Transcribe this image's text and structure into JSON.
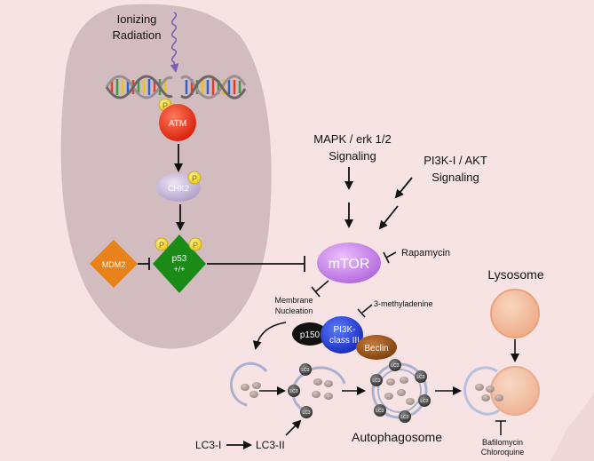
{
  "labels": {
    "ionizing_radiation": [
      "Ionizing",
      "Radiation"
    ],
    "atm": "ATM",
    "chk2": "CHK2",
    "p53": [
      "p53",
      "+/+"
    ],
    "mdm2": "MDM2",
    "phospho": "P",
    "mtor": "mTOR",
    "rapamycin": "Rapamycin",
    "mapk": [
      "MAPK / erk 1/2",
      "Signaling"
    ],
    "pi3k_akt": [
      "PI3K-I / AKT",
      "Signaling"
    ],
    "membrane_nucleation": [
      "Membrane",
      "Nucleation"
    ],
    "three_ma": "3-methyladenine",
    "p150": "p150",
    "pi3k_class3": [
      "PI3K-",
      "class III"
    ],
    "beclin": "Beclin",
    "lysosome": "Lysosome",
    "lc3": "LC3",
    "lc3_conversion": [
      "LC3-I",
      "LC3-II"
    ],
    "autophagosome": "Autophagosome",
    "bafilomycin": [
      "Bafilomycin",
      "Chloroquine"
    ]
  },
  "colors": {
    "background": "#f7e3e3",
    "nucleus": "#d2bcbf",
    "atm": "#ec2a12",
    "chk2": "#c8bad8",
    "p53": "#1b8b18",
    "mdm2": "#e8831c",
    "phospho": "#f3d51a",
    "mtor": "#cc82e8",
    "p150": "#111111",
    "pi3k_class3": "#1f3fdc",
    "beclin": "#9a5314",
    "lysosome": "#f0bfa0",
    "membrane": "#aab0d0"
  }
}
